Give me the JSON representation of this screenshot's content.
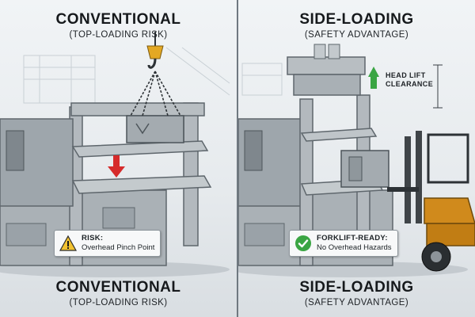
{
  "left": {
    "title_top": "CONVENTIONAL",
    "subtitle_top": "(TOP-LOADING RISK)",
    "callout": {
      "heading": "RISK:",
      "text": "Overhead Pinch Point",
      "icon": "warning-triangle-icon"
    },
    "title_bottom": "CONVENTIONAL",
    "subtitle_bottom": "(TOP-LOADING RISK)"
  },
  "right": {
    "title_top": "SIDE-LOADING",
    "subtitle_top": "(SAFETY ADVANTAGE)",
    "lift_label_line1": "HEAD LIFT",
    "lift_label_line2": "CLEARANCE",
    "callout": {
      "heading": "FORKLIFT-READY:",
      "text": "No Overhead Hazards",
      "icon": "check-circle-icon"
    },
    "title_bottom": "SIDE-LOADING",
    "subtitle_bottom": "(SAFETY ADVANTAGE)"
  },
  "colors": {
    "warning_yellow": "#f2c230",
    "danger_red": "#d62b2b",
    "success_green": "#3aa543",
    "forklift_orange": "#d08a1c",
    "press_gray": "#a9b0b5"
  }
}
